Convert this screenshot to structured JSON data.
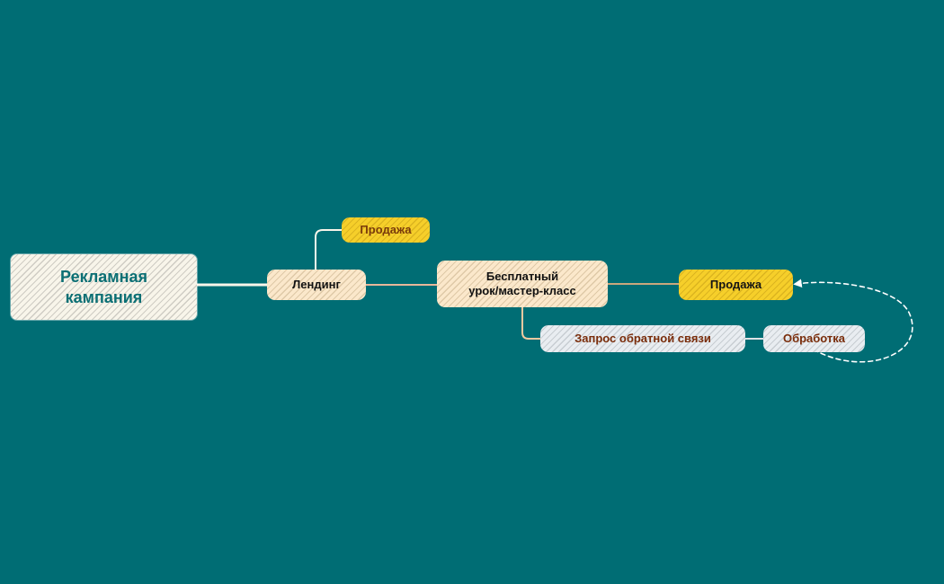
{
  "canvas": {
    "background": "#006d74"
  },
  "nodes": {
    "root": {
      "label": "Рекламная\nкампания",
      "fill": "#f8f5ea",
      "text_color": "#0b6f74"
    },
    "landing": {
      "label": "Лендинг",
      "fill": "#fbe8cb"
    },
    "sale_top": {
      "label": "Продажа",
      "fill": "#f6cf2a"
    },
    "lesson": {
      "label": "Бесплатный\nурок/мастер-класс",
      "fill": "#fbe8cb"
    },
    "sale_right": {
      "label": "Продажа",
      "fill": "#f6cf2a"
    },
    "request": {
      "label": "Запрос обратной связи",
      "fill": "#e9edf1"
    },
    "process": {
      "label": "Обработка",
      "fill": "#e9edf1"
    }
  },
  "connections": [
    {
      "from": "root",
      "to": "landing",
      "style": "solid",
      "color": "#f8f5ea"
    },
    {
      "from": "landing",
      "to": "sale_top",
      "style": "solid",
      "color": "#f8f5ea"
    },
    {
      "from": "landing",
      "to": "lesson",
      "style": "solid",
      "color": "#e8b79a"
    },
    {
      "from": "lesson",
      "to": "sale_right",
      "style": "solid",
      "color": "#c9a77c"
    },
    {
      "from": "lesson",
      "to": "request",
      "style": "solid",
      "color": "#f3c9a0"
    },
    {
      "from": "request",
      "to": "process",
      "style": "solid",
      "color": "#dfe3e6"
    },
    {
      "from": "process",
      "to": "sale_right",
      "style": "dashed",
      "color": "#ffffff",
      "arrow": true
    }
  ]
}
